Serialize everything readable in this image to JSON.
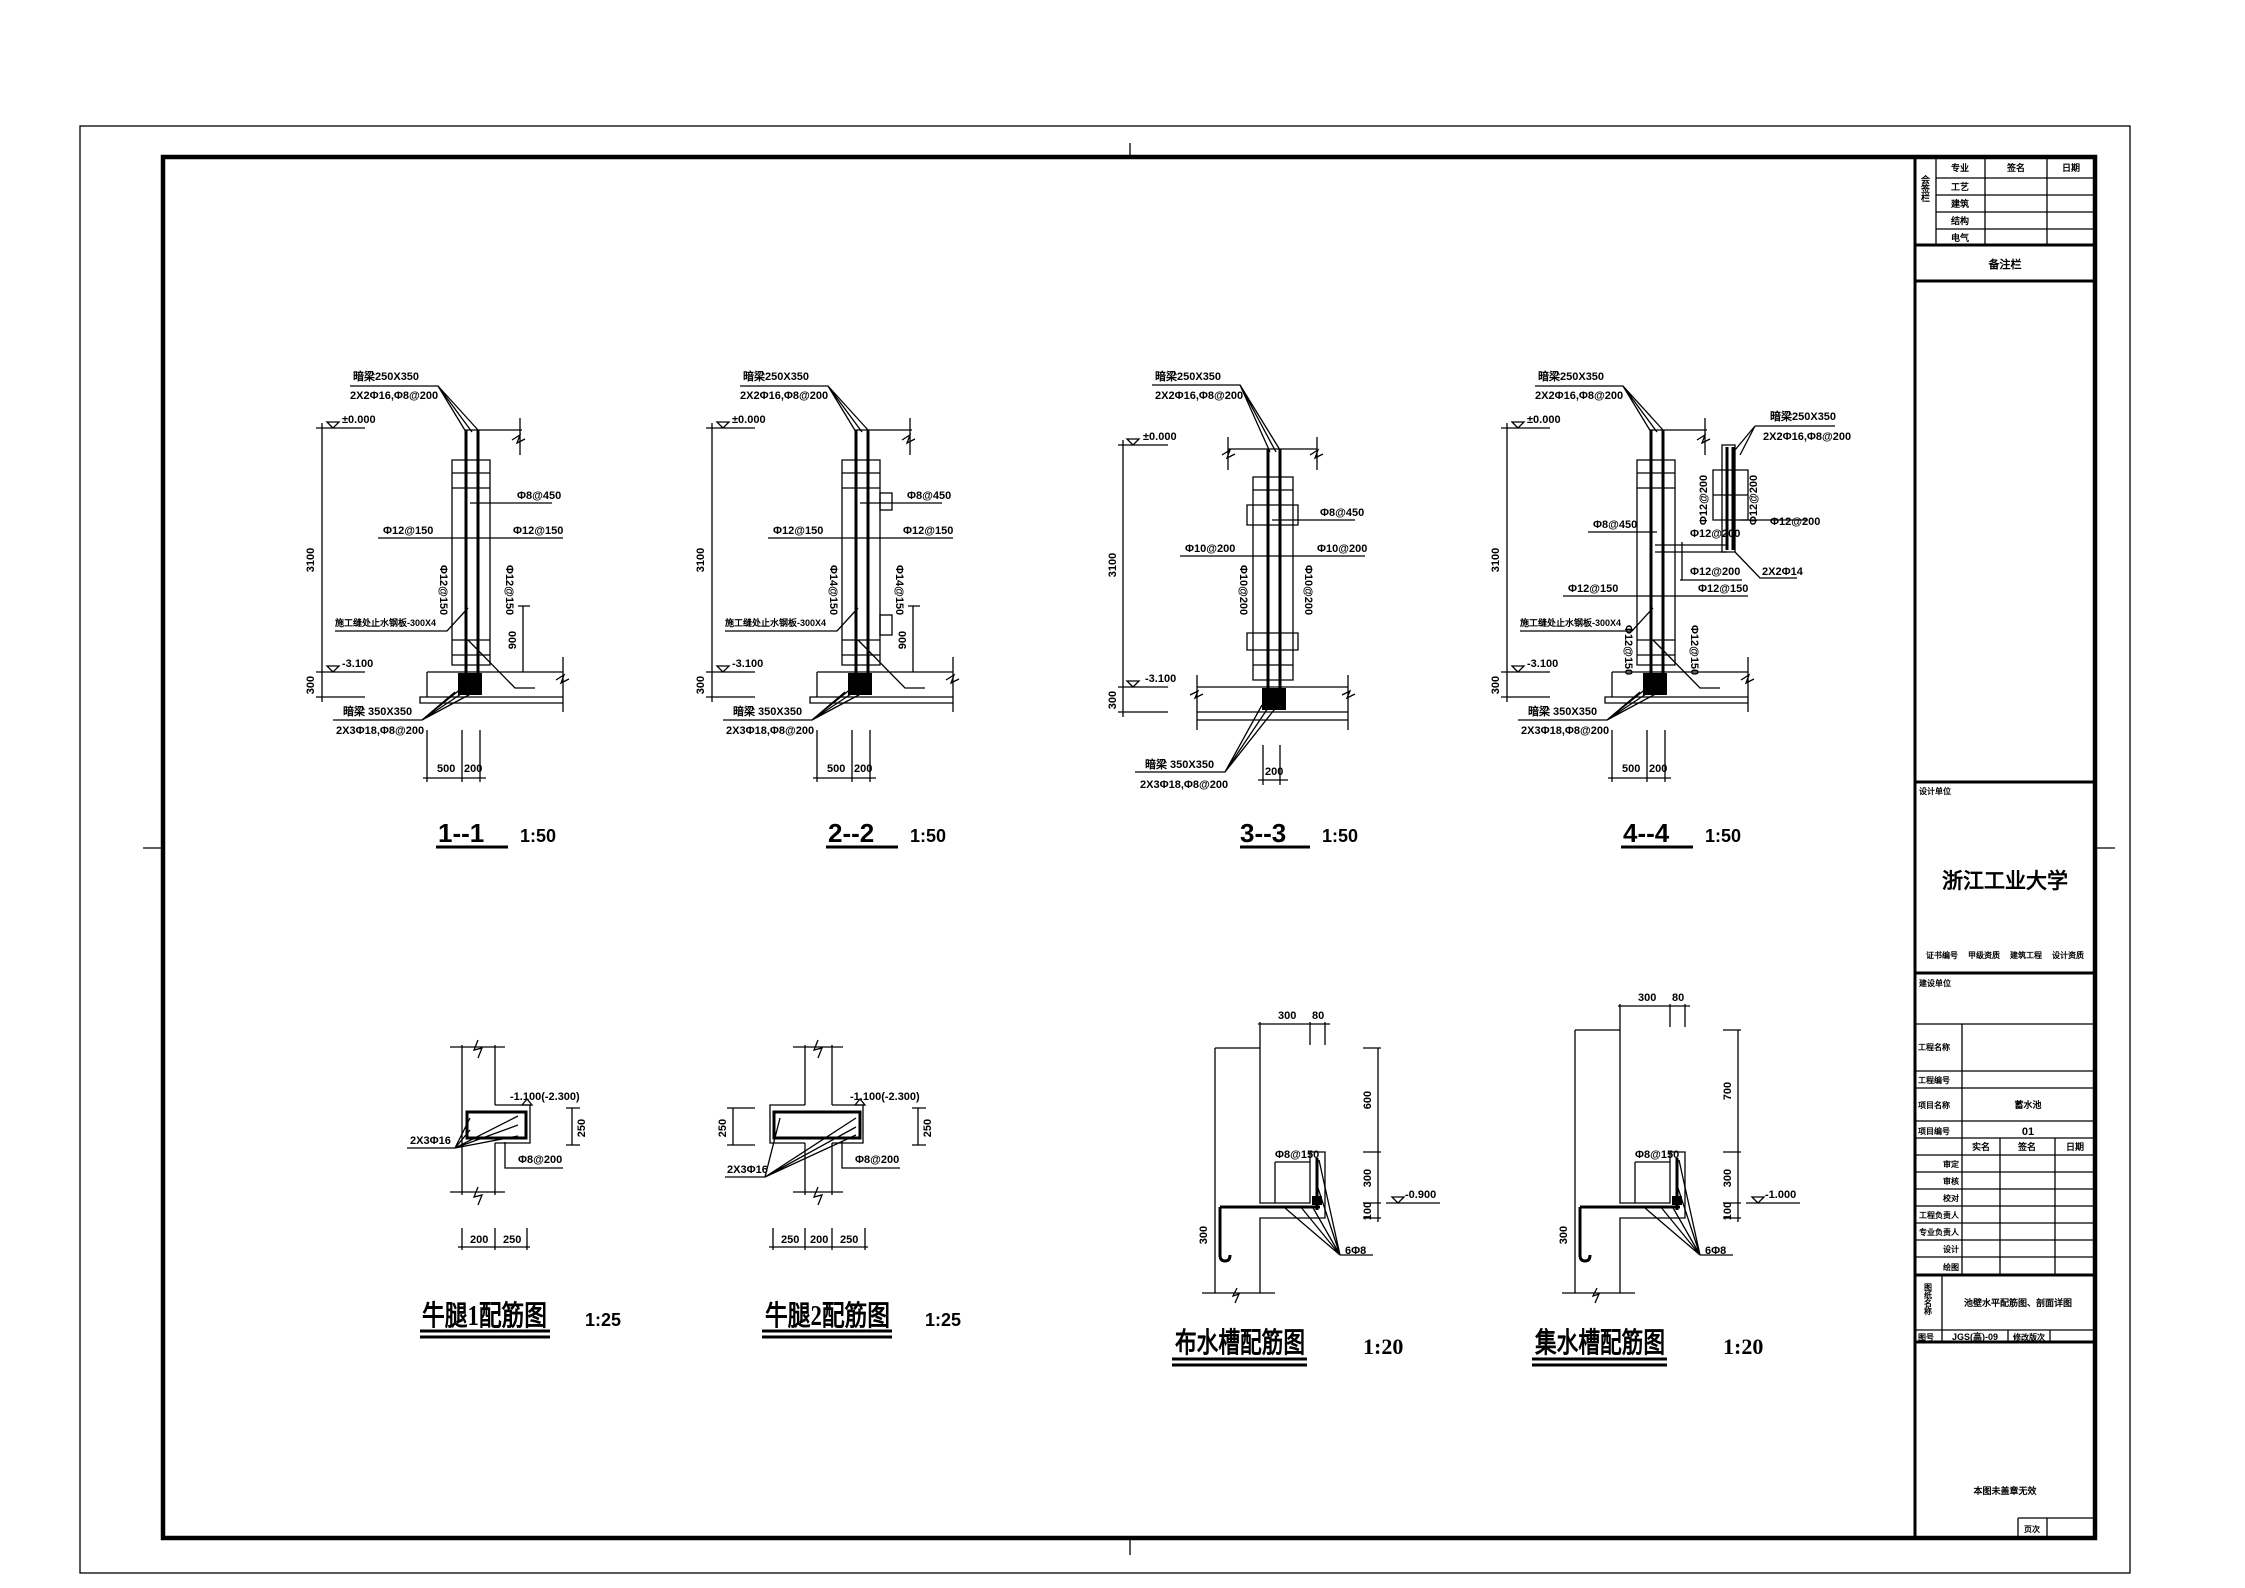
{
  "title_block": {
    "countersign_label": "会签栏",
    "countersign_headers": [
      "专业",
      "签名",
      "日期"
    ],
    "disciplines": [
      "工艺",
      "建筑",
      "结构",
      "电气"
    ],
    "remarks_label": "备注栏",
    "design_unit_label": "设计单位",
    "design_unit": "浙江工业大学",
    "design_unit_certs": [
      "证书编号",
      "甲级资质",
      "建筑工程",
      "设计资质"
    ],
    "client_label": "建设单位",
    "project_name_label": "工程名称",
    "project_no_label": "工程编号",
    "item_name_label": "项目名称",
    "item_name": "蓄水池",
    "item_no_label": "项目编号",
    "item_no": "01",
    "sign_headers": [
      "实名",
      "签名",
      "日期"
    ],
    "roles": [
      "审定",
      "审核",
      "校对",
      "工程负责人",
      "专业负责人",
      "设计",
      "绘图"
    ],
    "drawing_name_label": "图纸名称",
    "drawing_name": "池壁水平配筋图、剖面详图",
    "drawing_no_label": "图号",
    "drawing_no": "JGS(高)-09",
    "revision_label": "修改版次",
    "stamp_note": "本图未盖章无效",
    "page_label": "页次"
  },
  "sections": [
    {
      "title": "1--1",
      "scale": "1:50",
      "top_beam": "暗梁250X350",
      "top_beam_rebar": "2X2Φ16,Φ8@200",
      "elev_top": "±0.000",
      "elev_bottom": "-3.100",
      "height": "3100",
      "base_dim": "300",
      "tie": "Φ8@450",
      "horiz_left": "Φ12@150",
      "horiz_right": "Φ12@150",
      "vert_left": "Φ12@150",
      "vert_right": "Φ12@150",
      "waterstop": "施工缝处止水钢板-300X4",
      "haunch_dim": "900",
      "bottom_beam": "暗梁 350X350",
      "bottom_beam_rebar": "2X3Φ18,Φ8@200",
      "dims": [
        "500",
        "200"
      ]
    },
    {
      "title": "2--2",
      "scale": "1:50",
      "top_beam": "暗梁250X350",
      "top_beam_rebar": "2X2Φ16,Φ8@200",
      "elev_top": "±0.000",
      "elev_bottom": "-3.100",
      "height": "3100",
      "base_dim": "300",
      "tie": "Φ8@450",
      "horiz_left": "Φ12@150",
      "horiz_right": "Φ12@150",
      "vert_left": "Φ14@150",
      "vert_right": "Φ14@150",
      "waterstop": "施工缝处止水钢板-300X4",
      "haunch_dim": "900",
      "bottom_beam": "暗梁 350X350",
      "bottom_beam_rebar": "2X3Φ18,Φ8@200",
      "dims": [
        "500",
        "200"
      ]
    },
    {
      "title": "3--3",
      "scale": "1:50",
      "top_beam": "暗梁250X350",
      "top_beam_rebar": "2X2Φ16,Φ8@200",
      "elev_top": "±0.000",
      "elev_bottom": "-3.100",
      "height": "3100",
      "base_dim": "300",
      "tie": "Φ8@450",
      "horiz_left": "Φ10@200",
      "horiz_right": "Φ10@200",
      "vert_left": "Φ10@200",
      "vert_right": "Φ10@200",
      "bottom_beam": "暗梁 350X350",
      "bottom_beam_rebar": "2X3Φ18,Φ8@200",
      "dims": [
        "200"
      ]
    },
    {
      "title": "4--4",
      "scale": "1:50",
      "top_beam": "暗梁250X350",
      "top_beam_rebar": "2X2Φ16,Φ8@200",
      "elev_top": "±0.000",
      "elev_bottom": "-3.100",
      "height": "3100",
      "base_dim": "300",
      "tie": "Φ8@450",
      "horiz_left": "Φ12@150",
      "horiz_right": "Φ12@150",
      "vert_left": "Φ12@150",
      "vert_right": "Φ12@150",
      "waterstop": "施工缝处止水钢板-300X4",
      "bottom_beam": "暗梁 350X350",
      "bottom_beam_rebar": "2X3Φ18,Φ8@200",
      "dims": [
        "500",
        "200"
      ],
      "second_beam": "暗梁250X350",
      "second_beam_rebar": "2X2Φ16,Φ8@200",
      "extra_labels": [
        "Φ12@200",
        "Φ12@200",
        "Φ12@200",
        "Φ12@200",
        "Φ12@200",
        "2X2Φ14"
      ]
    }
  ],
  "corbels": [
    {
      "title": "牛腿1配筋图",
      "scale": "1:25",
      "elevation": "-1.100(-2.300)",
      "height_dim": "250",
      "main_rebar": "2X3Φ16",
      "stirrup": "Φ8@200",
      "dims": [
        "200",
        "250"
      ]
    },
    {
      "title": "牛腿2配筋图",
      "scale": "1:25",
      "elevation": "-1.100(-2.300)",
      "height_dim": "250",
      "main_rebar": "2X3Φ16",
      "stirrup": "Φ8@200",
      "dims": [
        "250",
        "200",
        "250"
      ]
    }
  ],
  "troughs": [
    {
      "title": "布水槽配筋图",
      "scale": "1:20",
      "top_dims": [
        "300",
        "80"
      ],
      "side_dims": [
        "600",
        "300",
        "100"
      ],
      "wall_dim": "300",
      "stirrup": "Φ8@150",
      "bars": "6Φ8",
      "elevation": "-0.900"
    },
    {
      "title": "集水槽配筋图",
      "scale": "1:20",
      "top_dims": [
        "300",
        "80"
      ],
      "side_dims": [
        "700",
        "300",
        "100"
      ],
      "wall_dim": "300",
      "stirrup": "Φ8@150",
      "bars": "6Φ8",
      "elevation": "-1.000"
    }
  ]
}
